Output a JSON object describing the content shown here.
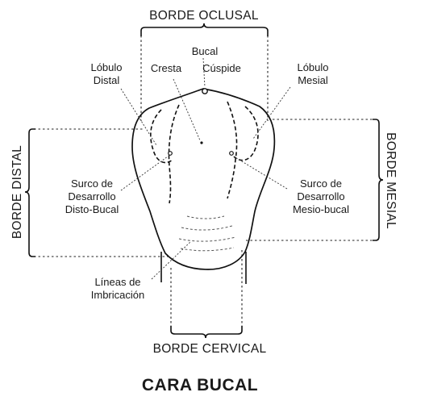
{
  "figure": {
    "caption": "CARA BUCAL",
    "borders": {
      "occlusal": "BORDE OCLUSAL",
      "cervical": "BORDE CERVICAL",
      "distal": "BORDE DISTAL",
      "mesial": "BORDE MESIAL"
    },
    "labels": {
      "bucal": "Bucal",
      "cresta": "Cresta",
      "cuspide": "Cúspide",
      "lobulo_distal_1": "Lóbulo",
      "lobulo_distal_2": "Distal",
      "lobulo_mesial_1": "Lóbulo",
      "lobulo_mesial_2": "Mesial",
      "surco_db_1": "Surco de",
      "surco_db_2": "Desarrollo",
      "surco_db_3": "Disto-Bucal",
      "surco_mb_1": "Surco de",
      "surco_mb_2": "Desarrollo",
      "surco_mb_3": "Mesio-bucal",
      "imbricacion_1": "Líneas de",
      "imbricacion_2": "Imbricación"
    }
  }
}
